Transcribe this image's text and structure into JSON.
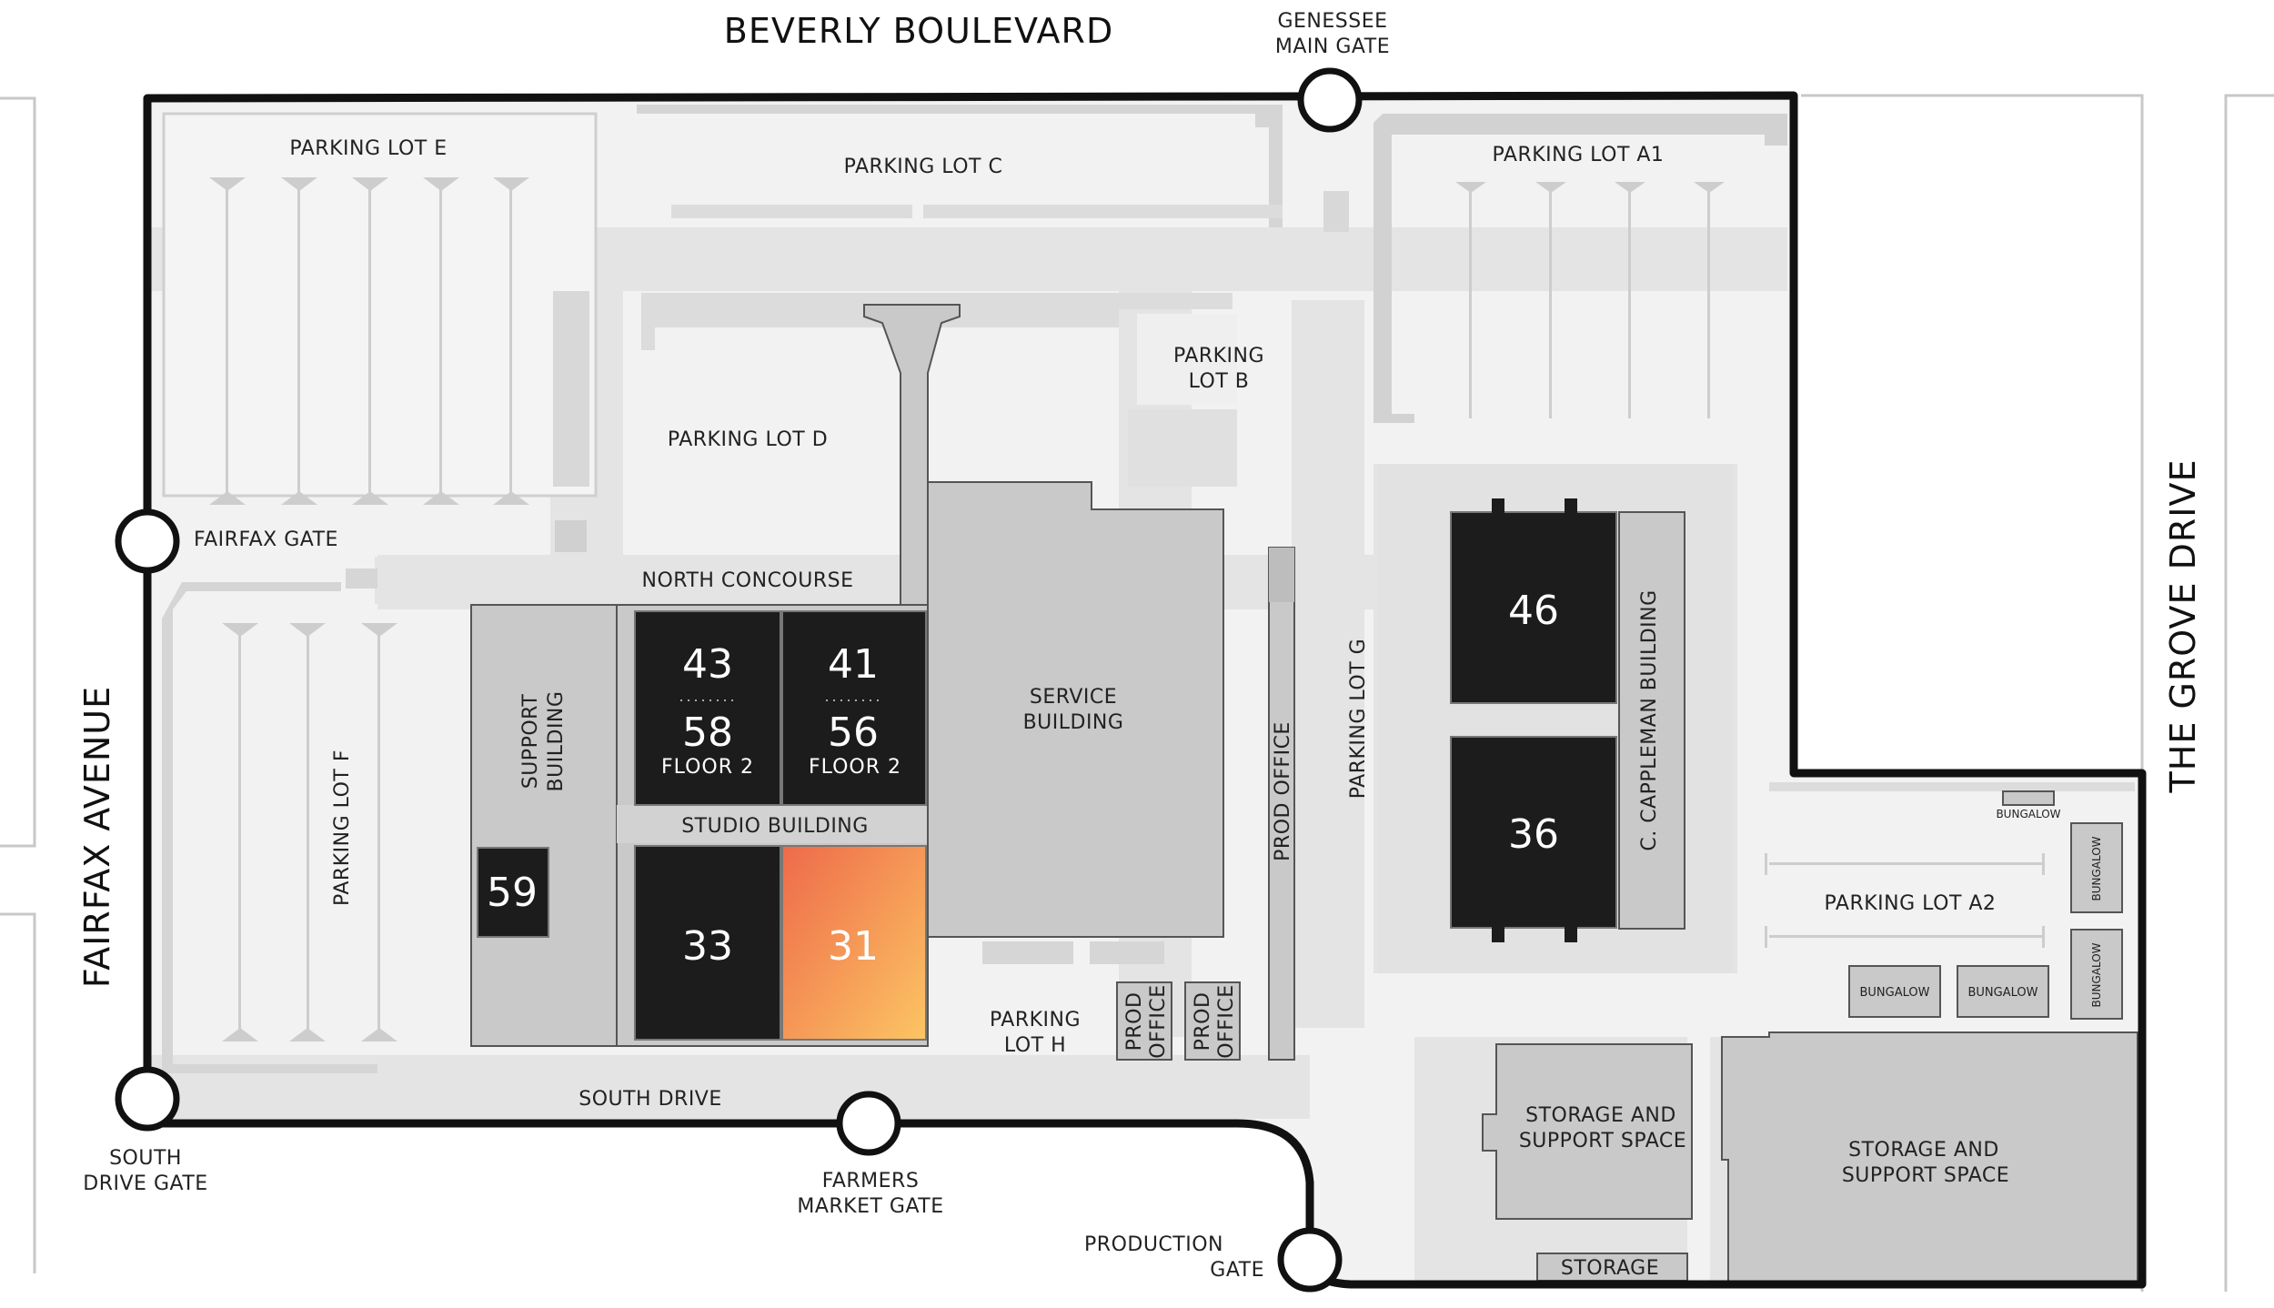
{
  "streets": {
    "north": "BEVERLY BOULEVARD",
    "west": "FAIRFAX AVENUE",
    "east": "THE GROVE DRIVE"
  },
  "gates": {
    "genessee": [
      "GENESSEE",
      "MAIN GATE"
    ],
    "fairfax": "FAIRFAX GATE",
    "south_drive": [
      "SOUTH",
      "DRIVE GATE"
    ],
    "farmers_market": [
      "FARMERS",
      "MARKET GATE"
    ],
    "production": [
      "PRODUCTION",
      "GATE"
    ]
  },
  "parking": {
    "lot_e": "PARKING LOT E",
    "lot_c": "PARKING LOT C",
    "lot_a1": "PARKING LOT A1",
    "lot_b": [
      "PARKING",
      "LOT B"
    ],
    "lot_d": "PARKING LOT D",
    "lot_f": "PARKING LOT F",
    "lot_g": "PARKING LOT G",
    "lot_h": [
      "PARKING",
      "LOT H"
    ],
    "lot_a2": "PARKING LOT A2"
  },
  "roads": {
    "north_concourse": "NORTH CONCOURSE",
    "south_drive": "SOUTH DRIVE"
  },
  "buildings": {
    "support": [
      "SUPPORT",
      "BUILDING"
    ],
    "studio": "STUDIO BUILDING",
    "service": [
      "SERVICE",
      "BUILDING"
    ],
    "prod_office_long": "PROD OFFICE",
    "prod_office_a": [
      "PROD",
      "OFFICE"
    ],
    "prod_office_b": [
      "PROD",
      "OFFICE"
    ],
    "cappleman": "C. CAPPLEMAN BUILDING",
    "storage_support_1": [
      "STORAGE AND",
      "SUPPORT SPACE"
    ],
    "storage_support_2": [
      "STORAGE AND",
      "SUPPORT SPACE"
    ],
    "storage": "STORAGE",
    "bungalow_top": "BUNGALOW",
    "bungalow_v1": "BUNGALOW",
    "bungalow_v2": "BUNGALOW",
    "bungalow_h1": "BUNGALOW",
    "bungalow_h2": "BUNGALOW"
  },
  "stages": {
    "s43": "43",
    "s58": "58",
    "s58_floor": "FLOOR 2",
    "s41": "41",
    "s56": "56",
    "s56_floor": "FLOOR 2",
    "s59": "59",
    "s33": "33",
    "s31": "31",
    "s46": "46",
    "s36": "36"
  },
  "colors": {
    "highlight_start": "#ee6a4a",
    "highlight_end": "#fcc563",
    "stage": "#1c1c1c",
    "building": "#c9c9c9",
    "ground": "#f2f2f2"
  }
}
